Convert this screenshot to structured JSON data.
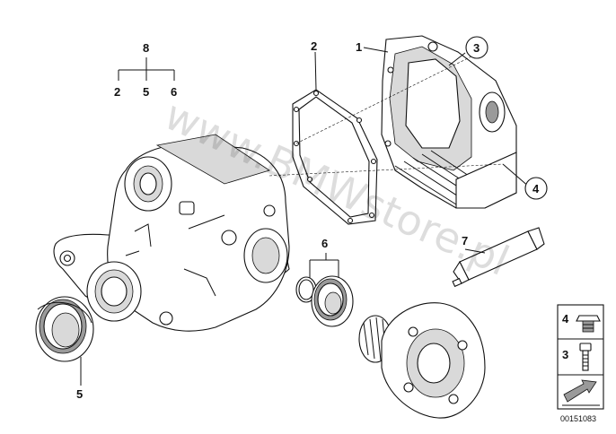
{
  "labels": {
    "group_8": "8",
    "group_8_children": [
      "2",
      "5",
      "6"
    ],
    "part_1": "1",
    "part_2": "2",
    "part_3": "3",
    "part_4": "4",
    "part_5": "5",
    "part_6": "6",
    "part_7": "7"
  },
  "legend": {
    "item_4": "4",
    "item_3": "3"
  },
  "diagram_number": "00151083",
  "watermark": "www.BMWstore.pl"
}
